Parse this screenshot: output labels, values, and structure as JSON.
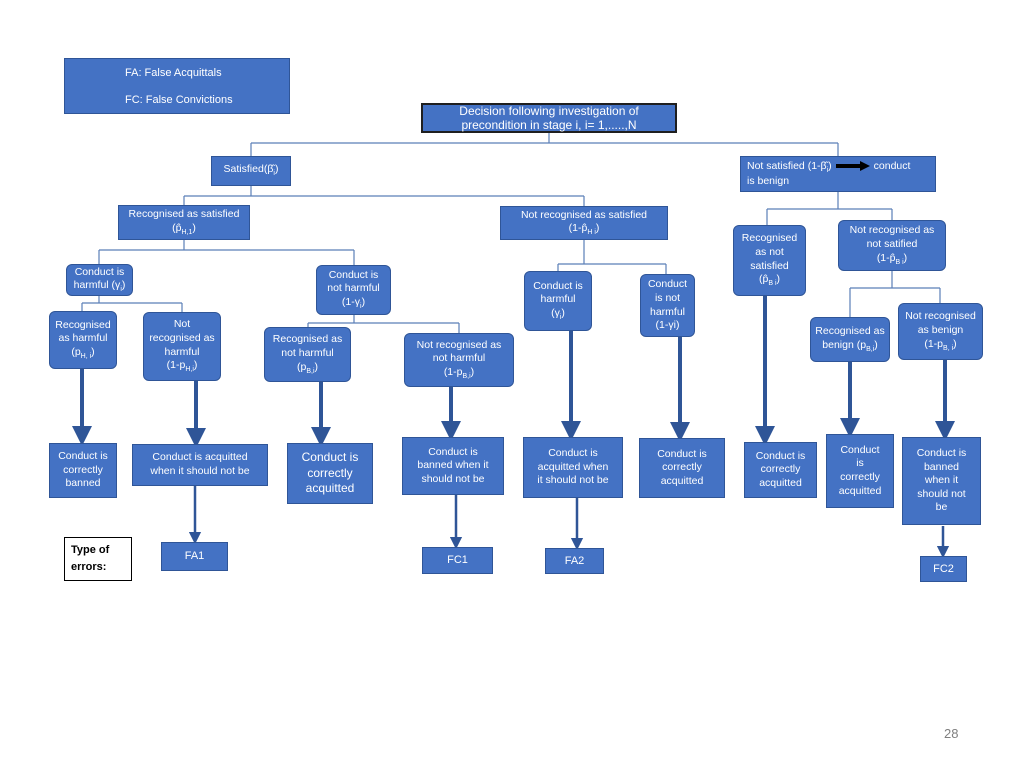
{
  "legend": {
    "fa": "FA: False Acquittals",
    "fc": "FC: False Convictions"
  },
  "root": {
    "line1": "Decision following investigation of",
    "line2": "precondition in stage i, i= 1,.....,N"
  },
  "nodes": {
    "satisfied": {
      "text": "Satisfied(",
      "sym": "β̂",
      "sub": "i",
      "close": ")"
    },
    "not_satisfied": {
      "line1a": "Not satisfied (1-",
      "sym": "β̂",
      "sub": "i",
      "line1b": ")",
      "line1c": "conduct",
      "line2": "is benign"
    },
    "recognised_satisfied": {
      "line1": "Recognised as satisfied",
      "line2a": "(",
      "sym": "p̂",
      "sub": "H,1",
      "line2b": ")"
    },
    "not_recognised_satisfied": {
      "line1": "Not recognised as satisfied",
      "line2a": "(1-",
      "sym": "p̂",
      "sub": "H i",
      "line2b": ")"
    },
    "recognised_not_satisfied": {
      "line1": "Recognised",
      "line2": "as not",
      "line3": "satisfied",
      "line4a": "(",
      "sym": "p̂",
      "sub": "B i",
      "line4b": ")"
    },
    "not_recognised_not_satisfied": {
      "line1": "Not recognised as",
      "line2": "not satified",
      "line3a": "(1-",
      "sym": "p̂",
      "sub": "B i",
      "line3b": ")"
    },
    "harmful_1": {
      "line1": "Conduct is",
      "line2a": "harmful (γ",
      "sub": "i",
      "line2b": ")"
    },
    "not_harmful_1": {
      "line1": "Conduct is",
      "line2": "not harmful",
      "line3a": "(1-γ",
      "sub": "i",
      "line3b": ")"
    },
    "harmful_2": {
      "line1": "Conduct is",
      "line2": "harmful",
      "line3a": "(γ",
      "sub": "i",
      "line3b": ")"
    },
    "not_harmful_2": {
      "line1": "Conduct",
      "line2": "is not",
      "line3": "harmful",
      "line4": "(1-γi)"
    },
    "rec_harmful": {
      "line1": "Recognised",
      "line2": "as harmful",
      "line3a": "(p",
      "sub": "H, i",
      "line3b": ")"
    },
    "not_rec_harmful": {
      "line1": "Not",
      "line2": "recognised as",
      "line3": "harmful",
      "line4a": "(1-p",
      "sub": "H,i",
      "line4b": ")"
    },
    "rec_not_harmful": {
      "line1": "Recognised as",
      "line2": "not harmful",
      "line3a": "(p",
      "sub": "B,i",
      "line3b": ")"
    },
    "not_rec_not_harmful": {
      "line1": "Not recognised as",
      "line2": "not harmful",
      "line3a": "(1-p",
      "sub": "B,i",
      "line3b": ")"
    },
    "rec_benign": {
      "line1": "Recognised as",
      "line2a": "benign (p",
      "sub": "B,i",
      "line2b": ")"
    },
    "not_rec_benign": {
      "line1": "Not recognised",
      "line2": "as benign",
      "line3a": "(1-p",
      "sub": "B, i",
      "line3b": ")"
    }
  },
  "outcomes": {
    "o1": [
      "Conduct is",
      "correctly",
      "banned"
    ],
    "o2": [
      "Conduct is acquitted",
      "when it should not be"
    ],
    "o3": [
      "Conduct is",
      "correctly",
      "acquitted"
    ],
    "o4": [
      "Conduct is",
      "banned when it",
      "should not be"
    ],
    "o5": [
      "Conduct is",
      "acquitted when",
      "it should not be"
    ],
    "o6": [
      "Conduct is",
      "correctly",
      "acquitted"
    ],
    "o7": [
      "Conduct is",
      "correctly",
      "acquitted"
    ],
    "o8": [
      "Conduct",
      "is",
      "correctly",
      "acquitted"
    ],
    "o9": [
      "Conduct is",
      "banned",
      "when it",
      "should not",
      "be"
    ]
  },
  "errors": {
    "type_line1": "Type of",
    "type_line2": "errors:",
    "fa1": "FA1",
    "fc1": "FC1",
    "fa2": "FA2",
    "fc2": "FC2"
  },
  "page_number": "28",
  "colors": {
    "box_fill": "#4472c4",
    "box_border": "#2f5597",
    "line": "#5b7fb8",
    "arrow": "#2f5597"
  }
}
